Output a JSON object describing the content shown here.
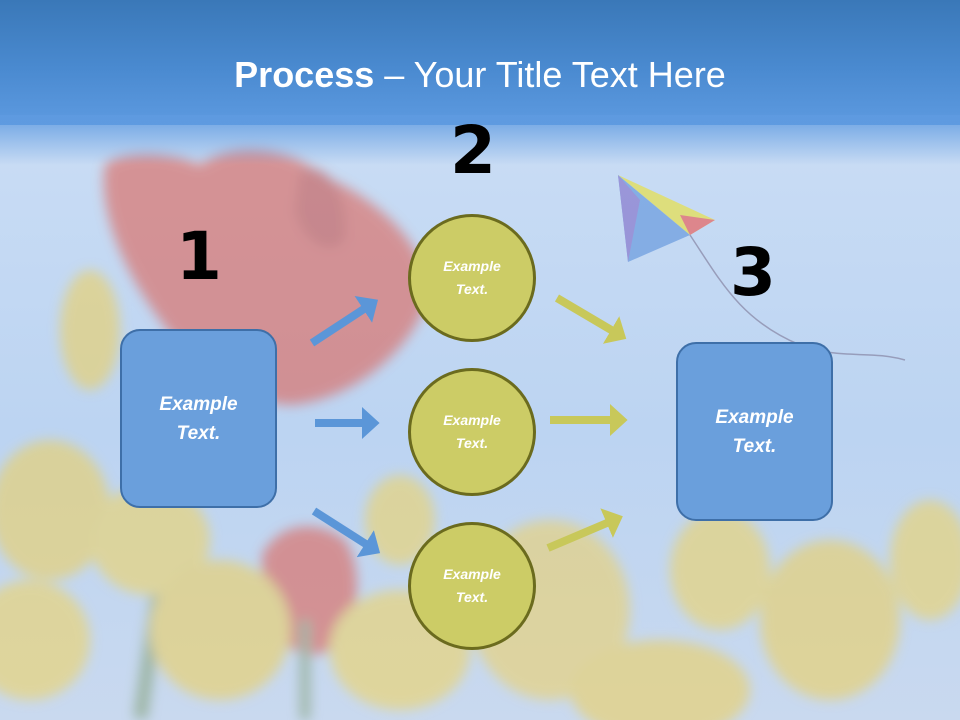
{
  "title": {
    "bold": "Process",
    "rest": " – Your Title Text Here"
  },
  "steps": {
    "one": "1",
    "two": "2",
    "three": "3"
  },
  "left_box": {
    "text": "Example\nText."
  },
  "right_box": {
    "text": "Example\nText."
  },
  "circles": [
    {
      "text": "Example\nText."
    },
    {
      "text": "Example\nText."
    },
    {
      "text": "Example\nText."
    }
  ],
  "colors": {
    "box_fill": "#6a9fdc",
    "circle_fill": "#cccc66",
    "blue_arrow": "#5b96d8",
    "olive_arrow": "#c8c85a"
  }
}
